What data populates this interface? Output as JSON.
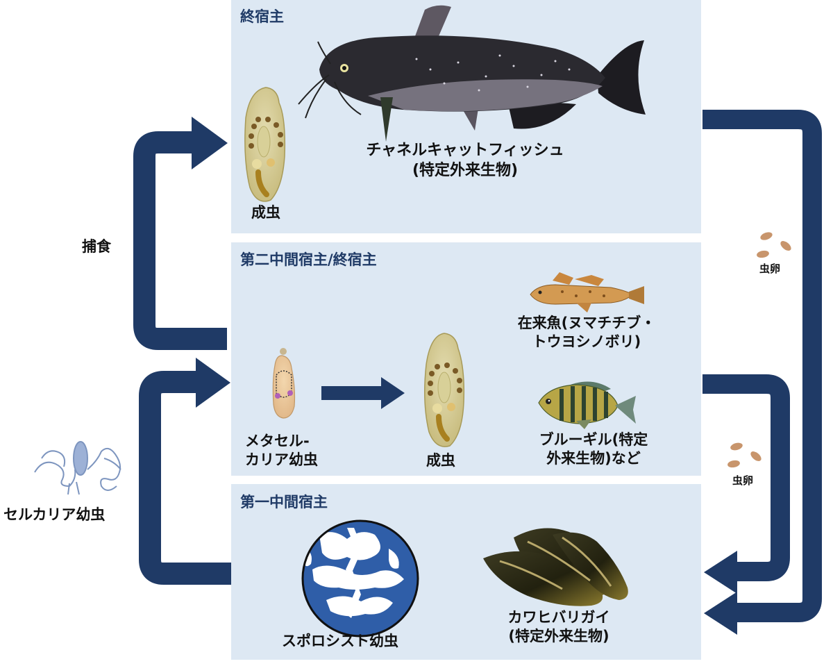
{
  "colors": {
    "panel": "#dde8f3",
    "arrow": "#1f3a66",
    "title": "#1f3a66",
    "egg": "#c8956c"
  },
  "panels": {
    "final_host": {
      "title": "終宿主"
    },
    "second_host": {
      "title": "第二中間宿主/終宿主"
    },
    "first_host": {
      "title": "第一中間宿主"
    }
  },
  "final_host": {
    "fish_name": "チャネルキャットフィッシュ",
    "fish_status": "(特定外来生物)",
    "adult_label": "成虫"
  },
  "second_host": {
    "metacercaria_line1": "メタセル-",
    "metacercaria_line2": "カリア幼虫",
    "adult_label": "成虫",
    "native_fish_line1": "在来魚(ヌマチチブ・",
    "native_fish_line2": "トウヨシノボリ)",
    "bluegill_line1": "ブルーギル(特定",
    "bluegill_line2": "外来生物)など"
  },
  "first_host": {
    "sporocyst_label": "スポロシスト幼虫",
    "mussel_line1": "カワヒバリガイ",
    "mussel_line2": "(特定外来生物)"
  },
  "arrows": {
    "predation_label": "捕食",
    "egg_label_1": "虫卵",
    "egg_label_2": "虫卵"
  },
  "cercaria_label": "セルカリア幼虫",
  "icons": {
    "catfish": "catfish-illustration",
    "goby": "goby-illustration",
    "bluegill": "bluegill-illustration",
    "mussel": "mussel-illustration",
    "fluke": "fluke-illustration",
    "sporocyst": "sporocyst-illustration",
    "cercaria": "cercaria-illustration",
    "eggs": "egg-icon"
  }
}
